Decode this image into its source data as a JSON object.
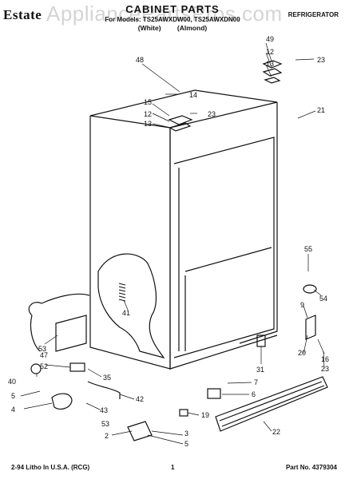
{
  "header": {
    "brand": "Estate",
    "watermark": "AppliancePartsPros.com",
    "title": "CABINET PARTS",
    "models": "For Models: TS25AWXDW00, TS25AWXDN00",
    "color_labels": "(White) (Almond)",
    "category": "REFRIGERATOR"
  },
  "callouts": [
    "48",
    "14",
    "15",
    "12",
    "13",
    "23",
    "49",
    "12",
    "13",
    "23",
    "21",
    "41",
    "55",
    "54",
    "9",
    "53",
    "47",
    "35",
    "40",
    "52",
    "5",
    "4",
    "42",
    "43",
    "53",
    "2",
    "3",
    "5",
    "7",
    "6",
    "19",
    "16",
    "20",
    "23",
    "31",
    "22"
  ],
  "footer": {
    "left": "2-94 Litho In U.S.A. (RCG)",
    "page": "1",
    "part_no": "Part No. 4379304"
  }
}
